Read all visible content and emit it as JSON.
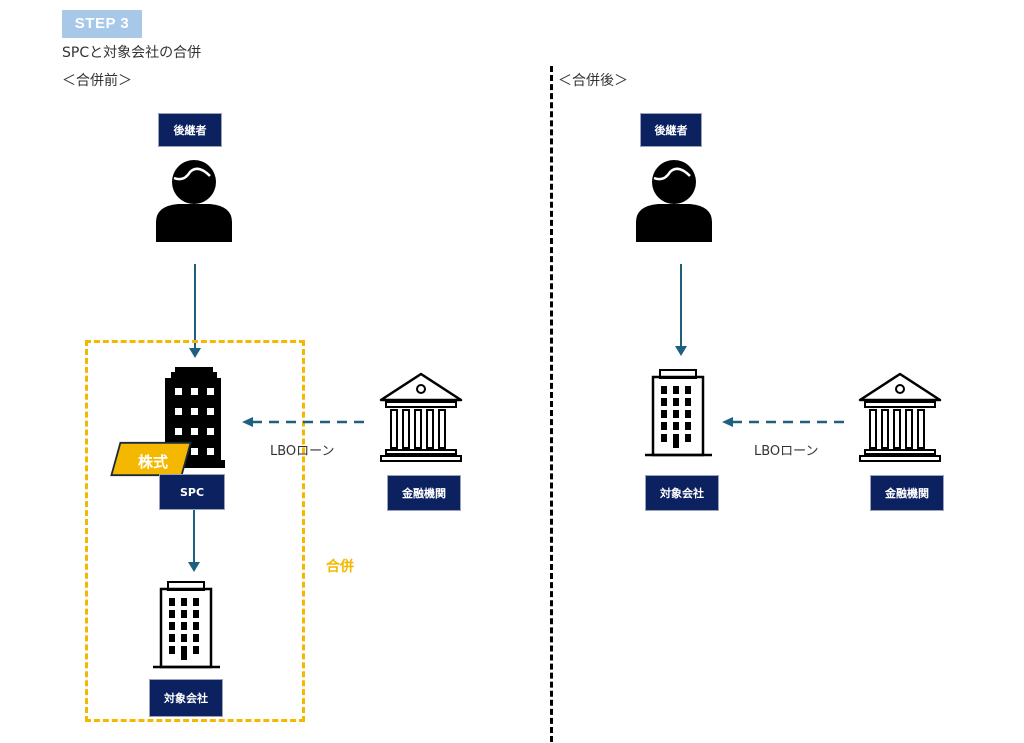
{
  "header": {
    "step_label": "STEP 3",
    "subtitle": "SPCと対象会社の合併"
  },
  "before": {
    "section_label": "＜合併前＞",
    "successor_label": "後継者",
    "spc_label": "SPC",
    "stock_tag": "株式",
    "target_label": "対象会社",
    "bank_label": "金融機関",
    "loan_label": "LBOローン",
    "merge_label": "合併"
  },
  "after": {
    "section_label": "＜合併後＞",
    "successor_label": "後継者",
    "target_label": "対象会社",
    "bank_label": "金融機関",
    "loan_label": "LBOローン"
  },
  "colors": {
    "navy": "#0c2160",
    "arrow": "#1f5f80",
    "merge": "#f5b800",
    "step_badge": "#a8c8ea"
  }
}
